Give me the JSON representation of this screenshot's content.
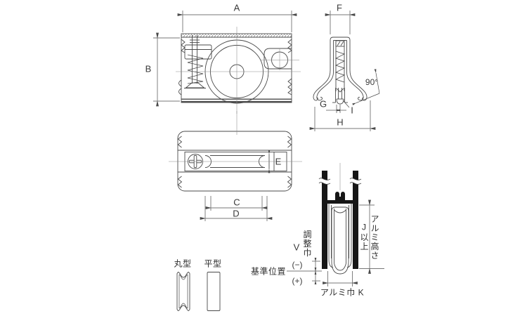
{
  "drawing_title": "roller-assembly-technical-drawing",
  "labels": {
    "a": "A",
    "b": "B",
    "c": "C",
    "d": "D",
    "e": "E",
    "f": "F",
    "g": "G",
    "h": "H",
    "i": "I",
    "angle": "90°",
    "v": "V",
    "minus": "(−)",
    "plus": "(+)",
    "adjust_width": "調整巾",
    "reference_position": "基準位置",
    "alumi_height": "アルミ高さ",
    "j_min": "J以上",
    "alumi_width_k": "アルミ巾 K",
    "round_type": "丸型",
    "flat_type": "平型"
  },
  "colors": {
    "line": "#4a4a4a",
    "centerline": "#8a8a8a",
    "solid_fill": "#161616",
    "background": "#ffffff"
  }
}
